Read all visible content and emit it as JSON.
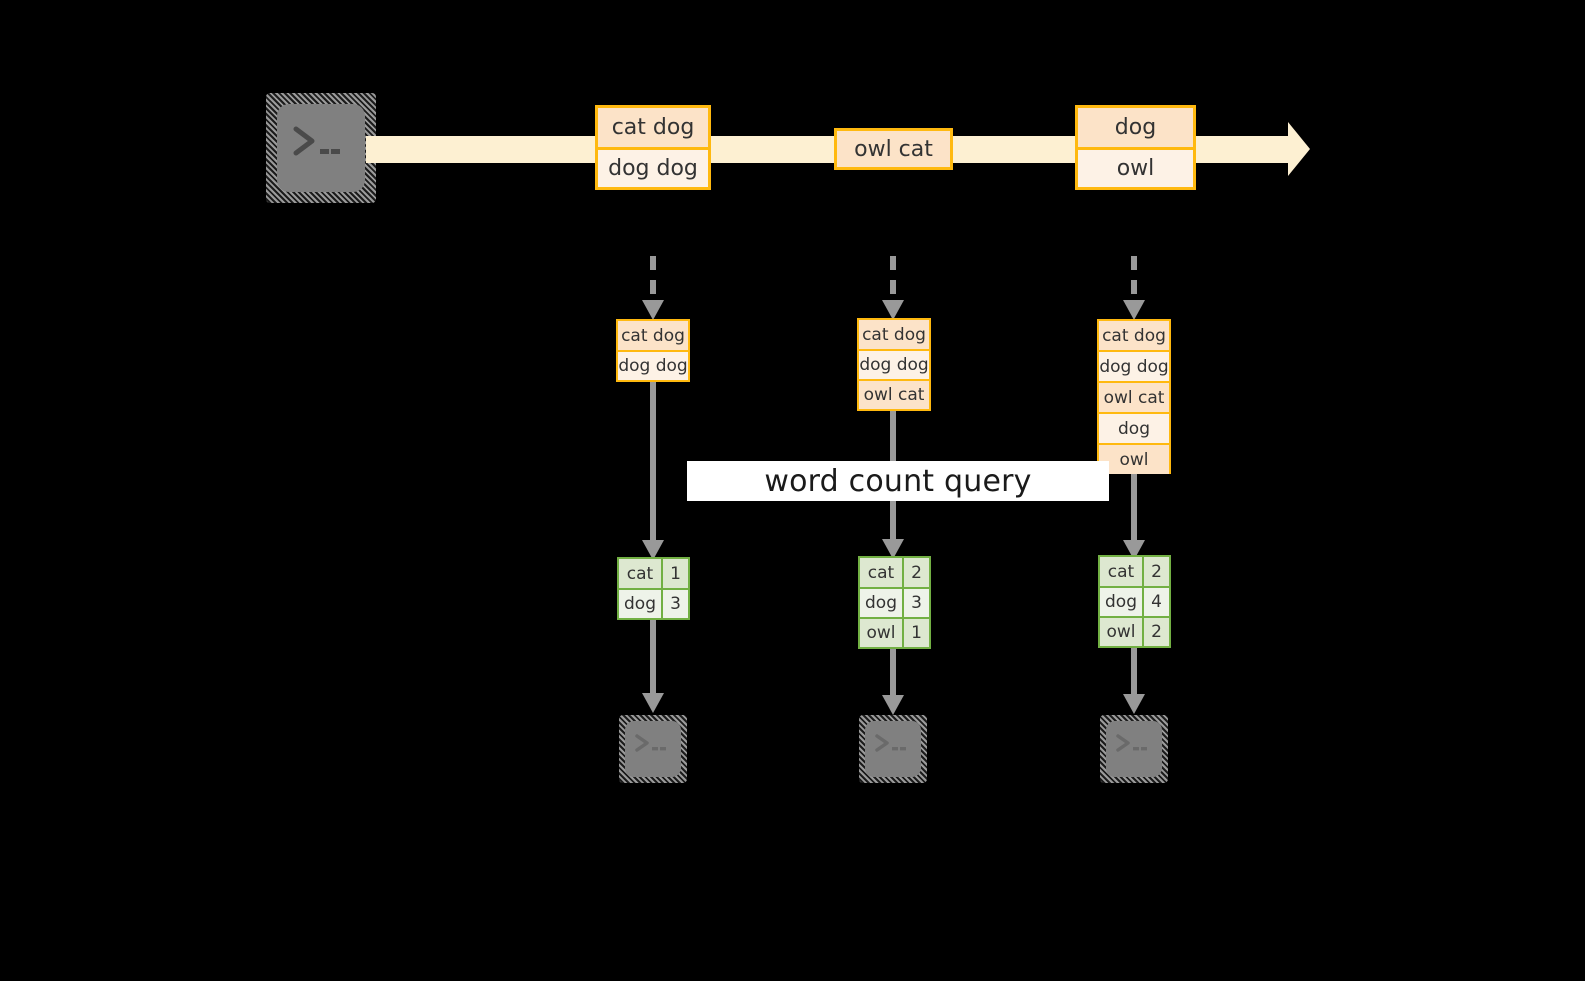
{
  "diagram": {
    "background": "#000000",
    "accent_orange": "#ffb90f",
    "accent_green": "#72b043",
    "arrow_gray": "#999999",
    "stream_fill": "#fdf0d2",
    "label": "word count query",
    "source_icon": "terminal-icon",
    "sink_icon": "terminal-icon"
  },
  "stream": {
    "icon_name": "terminal-icon",
    "groups": [
      {
        "name": "group-1",
        "messages": [
          "cat dog",
          "dog dog"
        ]
      },
      {
        "name": "group-2",
        "messages": [
          "owl cat"
        ]
      },
      {
        "name": "group-3",
        "messages": [
          "dog",
          "owl"
        ]
      }
    ]
  },
  "snapshots": [
    {
      "name": "snapshot-1",
      "accumulated": [
        "cat dog",
        "dog dog"
      ],
      "counts": [
        {
          "word": "cat",
          "count": "1"
        },
        {
          "word": "dog",
          "count": "3"
        }
      ]
    },
    {
      "name": "snapshot-2",
      "accumulated": [
        "cat dog",
        "dog dog",
        "owl cat"
      ],
      "counts": [
        {
          "word": "cat",
          "count": "2"
        },
        {
          "word": "dog",
          "count": "3"
        },
        {
          "word": "owl",
          "count": "1"
        }
      ]
    },
    {
      "name": "snapshot-3",
      "accumulated": [
        "cat dog",
        "dog dog",
        "owl cat",
        "dog",
        "owl"
      ],
      "counts": [
        {
          "word": "cat",
          "count": "2"
        },
        {
          "word": "dog",
          "count": "4"
        },
        {
          "word": "owl",
          "count": "2"
        }
      ]
    }
  ]
}
